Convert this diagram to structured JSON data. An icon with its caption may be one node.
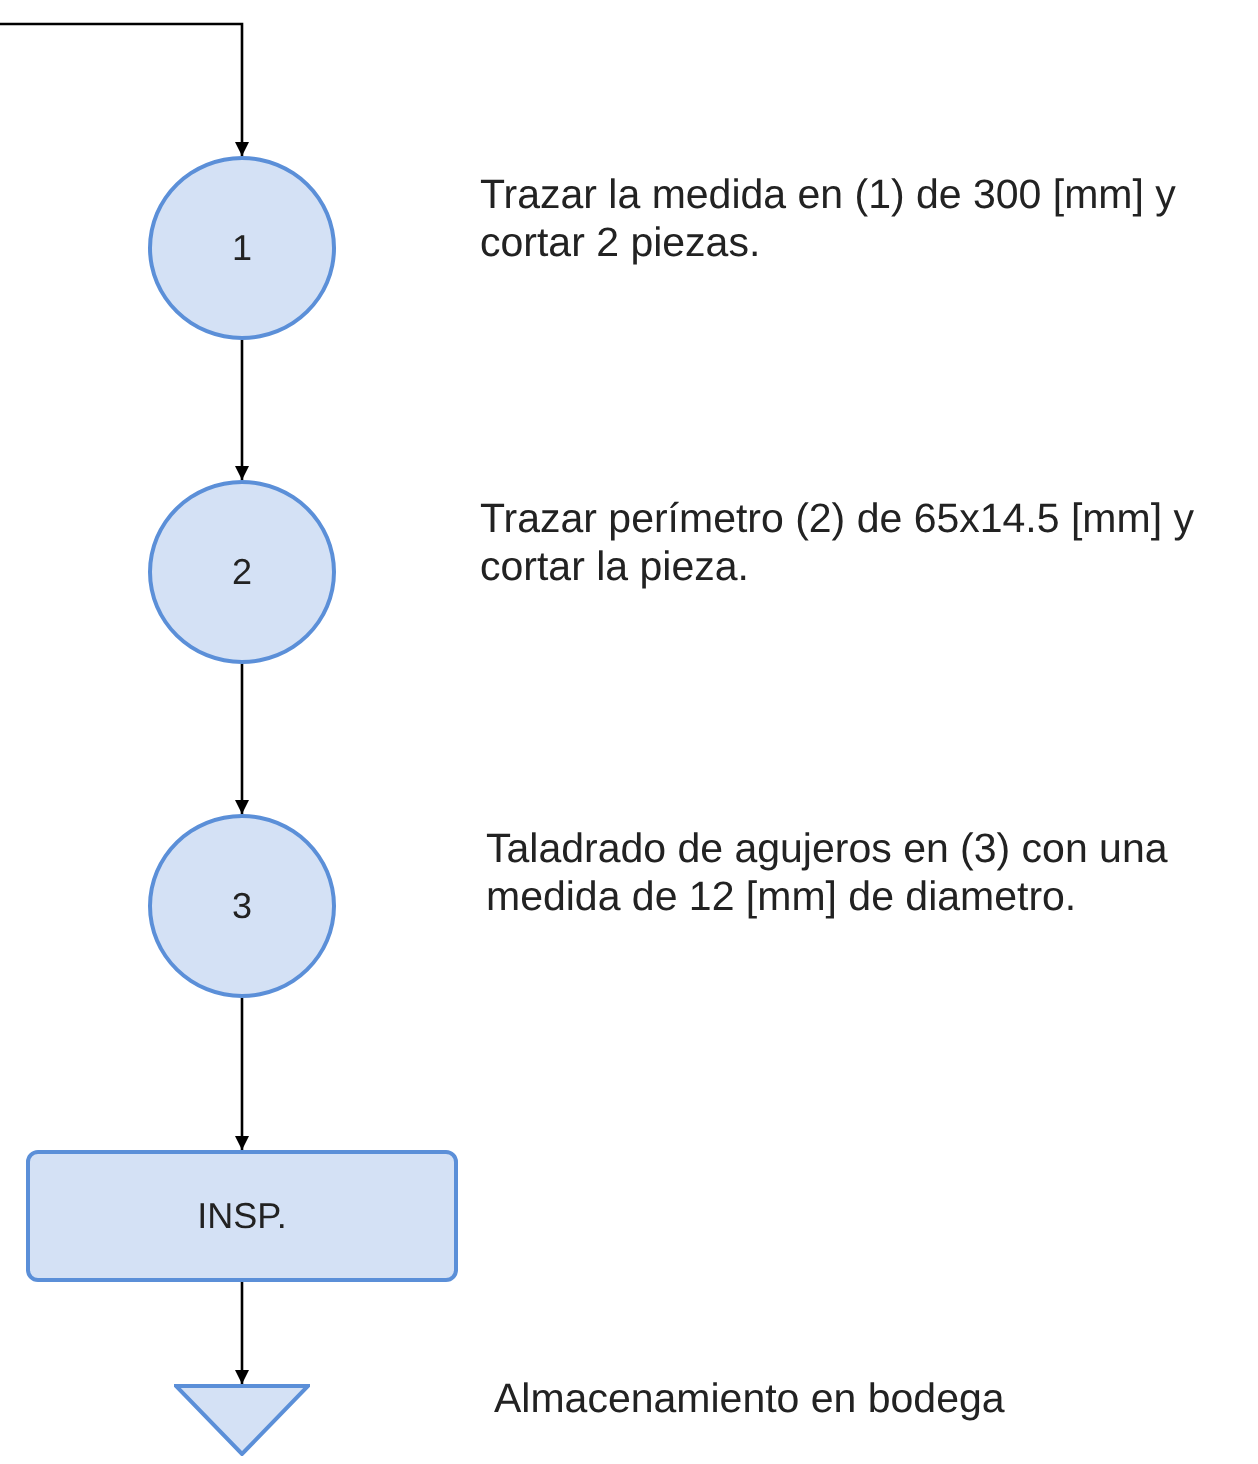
{
  "diagram": {
    "nodes": [
      {
        "text": [
          "1"
        ]
      },
      {
        "text": [
          "2"
        ]
      },
      {
        "text": [
          "3"
        ]
      },
      {
        "text": [
          "INSP."
        ]
      },
      {
        "text": [],
        "shape": "triangle"
      }
    ],
    "labels": [
      "Trazar la medida en (1) de 300 [mm] y cortar 2 piezas.",
      "Trazar perímetro (2) de 65x14.5 [mm] y cortar la pieza.",
      "Taladrado de agujeros en (3) con una medida de 12 [mm] de diametro.",
      "Almacenamiento en bodega"
    ],
    "edges": [
      {
        "from": null,
        "to": 0,
        "arrow": "to"
      },
      {
        "from": 0,
        "to": 1,
        "arrow": "to"
      },
      {
        "from": 1,
        "to": 2,
        "arrow": "to"
      },
      {
        "from": 2,
        "to": 3,
        "arrow": "to"
      },
      {
        "from": 3,
        "to": 4,
        "arrow": "to"
      }
    ]
  }
}
